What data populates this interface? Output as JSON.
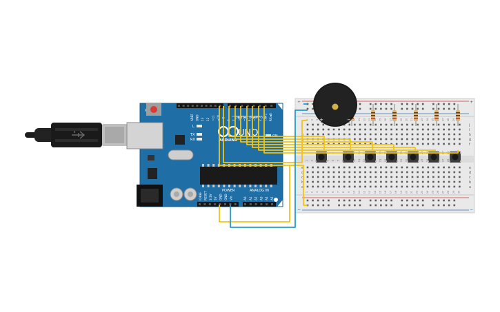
{
  "board": {
    "brand": "ARDUINO",
    "model": "UNO",
    "digital_header": "DIGITAL (PWM~)",
    "power_header": "POWER",
    "analog_header": "ANALOG IN",
    "on_label": "ON",
    "led_l": "L",
    "led_tx": "TX",
    "led_rx": "RX",
    "top_pins": [
      "AREF",
      "GND",
      "13",
      "12",
      "~11",
      "~10",
      "~9",
      "8",
      "7",
      "~6",
      "~5",
      "4",
      "~3",
      "2",
      "TX►1",
      "RX◄0"
    ],
    "power_pins": [
      "IOREF",
      "RESET",
      "3.3V",
      "5V",
      "GND",
      "GND",
      "Vin"
    ],
    "analog_pins": [
      "A0",
      "A1",
      "A2",
      "A3",
      "A4",
      "A5"
    ]
  },
  "breadboard": {
    "rows_top": [
      "j",
      "i",
      "h",
      "g",
      "f"
    ],
    "rows_bottom": [
      "e",
      "d",
      "c",
      "b",
      "a"
    ],
    "column_numbers": [
      "1",
      "2",
      "3",
      "4",
      "5",
      "6",
      "7",
      "8",
      "9",
      "10",
      "11",
      "12",
      "13",
      "14",
      "15",
      "16",
      "17",
      "18",
      "19",
      "20",
      "21",
      "22",
      "23",
      "24",
      "25",
      "26",
      "27",
      "28",
      "29",
      "30"
    ],
    "rail_plus": "+",
    "rail_minus": "−"
  },
  "buzzer": {
    "plus_label": "+",
    "minus_label": "−"
  },
  "colors": {
    "board": "#1f6fa6",
    "board_dark": "#175a88",
    "wire_yellow": "#f2c40f",
    "wire_blue": "#1f9bd0",
    "breadboard": "#e9e9e9",
    "rail_red": "#d0312d",
    "rail_blue": "#2a6fb0"
  },
  "buttons_count": 7,
  "resistors_count": 7
}
